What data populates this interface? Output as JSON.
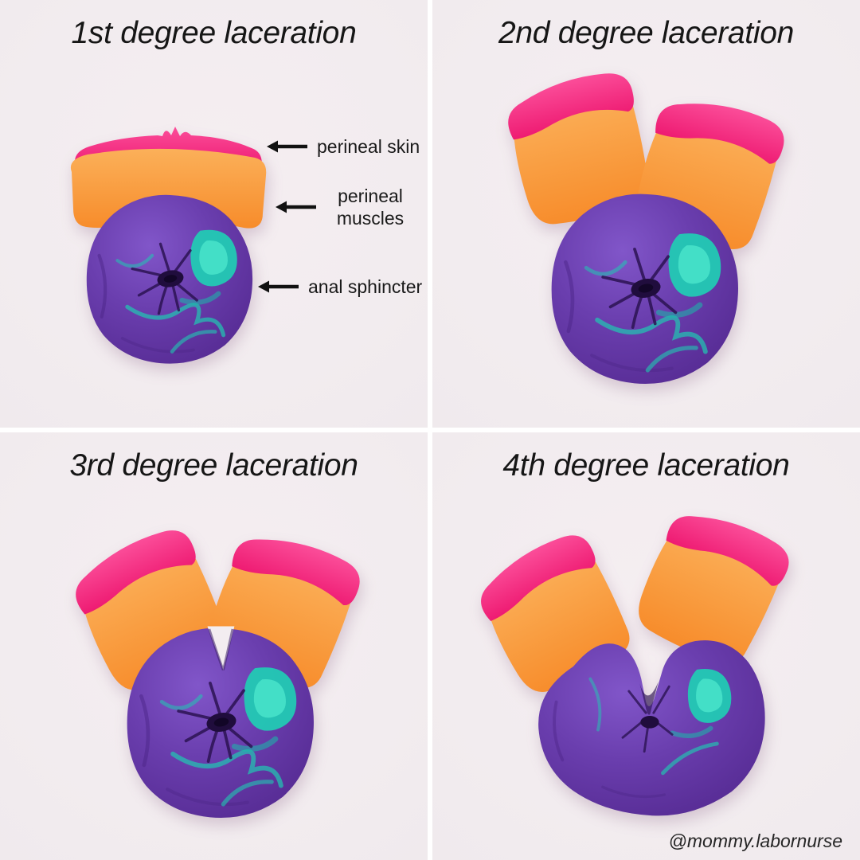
{
  "page": {
    "watermark": "@mommy.labornurse",
    "background_color": "#f2ecef",
    "divider_color": "#ffffff"
  },
  "panels": [
    {
      "title": "1st degree laceration"
    },
    {
      "title": "2nd degree laceration"
    },
    {
      "title": "3rd degree laceration"
    },
    {
      "title": "4th degree laceration"
    }
  ],
  "annotations": [
    {
      "label": "perineal skin"
    },
    {
      "label": "perineal muscles"
    },
    {
      "label": "anal sphincter"
    }
  ],
  "model_parts": {
    "perineal_skin_color": "#f5307f",
    "perineal_muscles_color": "#f99b41",
    "anal_sphincter_color": "#6a3eae",
    "swirl_color": "#1fc9b2",
    "text_color": "#161616"
  }
}
